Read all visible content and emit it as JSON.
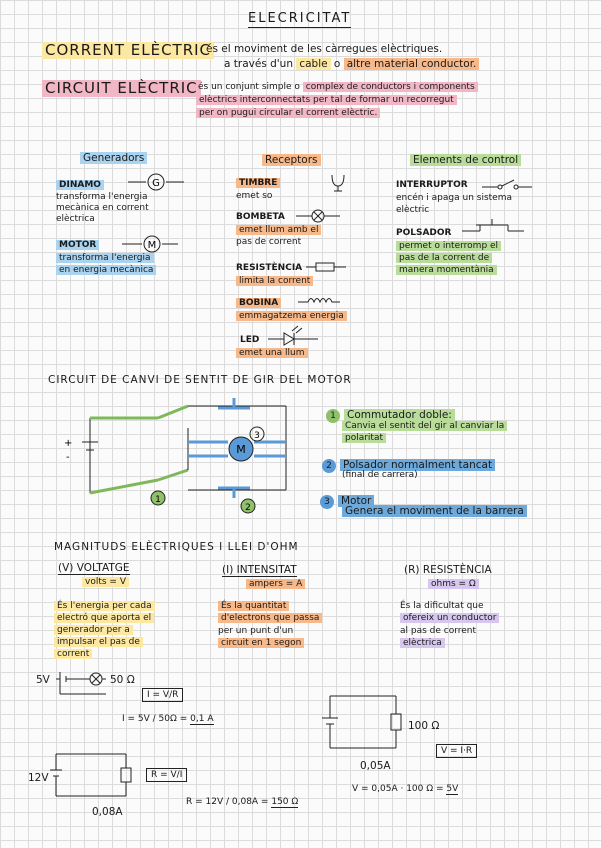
{
  "title": "ELECRICITAT",
  "corrent": {
    "term": "CORRENT ELÈCTRIC",
    "line1": "és el moviment de les càrregues elèctriques.",
    "line2a": "a través d'un",
    "line2b": "cable",
    "line2c": "o",
    "line2d": "altre material conductor."
  },
  "circuit": {
    "term": "CIRCUIT ELÈCTRIC",
    "line1a": "és un conjunt simple o",
    "line1b": "complex de conductors i components",
    "line2": "elèctrics interconnectats per tal de formar un recorregut",
    "line3": "per on pugui circular el corrent elèctric."
  },
  "columns": {
    "generadors": "Generadors",
    "receptors": "Receptors",
    "control": "Elements de control"
  },
  "generadors": {
    "dinamo": "DINAMO",
    "dinamo_d1": "transforma l'energia",
    "dinamo_d2": "mecànica en corrent",
    "dinamo_d3": "elèctrica",
    "dinamo_sym": "G",
    "motor": "MOTOR",
    "motor_d1": "transforma l'energia",
    "motor_d2": "en energia mecànica",
    "motor_sym": "M"
  },
  "receptors": {
    "timbre": "TIMBRE",
    "timbre_d": "emet so",
    "bombeta": "BOMBETA",
    "bombeta_d1": "emet llum amb el",
    "bombeta_d2": "pas de corrent",
    "resistencia": "RESISTÈNCIA",
    "resistencia_d": "limita la corrent",
    "bobina": "BOBINA",
    "bobina_d": "emmagatzema energia",
    "led": "LED",
    "led_d": "emet una llum"
  },
  "control": {
    "interruptor": "INTERRUPTOR",
    "interruptor_d1": "encén i apaga un sistema",
    "interruptor_d2": "elèctric",
    "polsador": "POLSADOR",
    "polsador_d1": "permet o interromp el",
    "polsador_d2": "pas de la corrent de",
    "polsador_d3": "manera momentània"
  },
  "motor_circuit": {
    "heading": "CIRCUIT DE CANVI DE SENTIT DE GIR DEL MOTOR",
    "plus": "+",
    "minus": "-",
    "motor": "M",
    "n1": "1",
    "n2": "2",
    "n3": "3",
    "item1_title": "Commutador doble:",
    "item1_d1": "Canvia el sentit del gir al canviar la",
    "item1_d2": "polaritat",
    "item2_title": "Polsador normalment tancat",
    "item2_d": "(final de carrera)",
    "item3_title": "Motor",
    "item3_d": "Genera el moviment de la barrera"
  },
  "magnituds": {
    "heading": "MAGNITUDS ELÈCTRIQUES I LLEI D'OHM",
    "voltatge": "(V) VOLTATGE",
    "voltatge_u": "volts = V",
    "intensitat": "(I) INTENSITAT",
    "intensitat_u": "ampers = A",
    "resistencia": "(R) RESISTÈNCIA",
    "resistencia_u": "ohms = Ω",
    "v_d1": "És l'energia per cada",
    "v_d2": "electró que aporta el",
    "v_d3": "generador per a",
    "v_d4": "impulsar el pas de",
    "v_d5": "corrent",
    "i_d1": "És la quantitat",
    "i_d2": "d'electrons que passa",
    "i_d3": "per un punt d'un",
    "i_d4": "circuit en 1 segon",
    "r_d1": "És la dificultat que",
    "r_d2": "ofereix un conductor",
    "r_d3": "al pas de corrent",
    "r_d4": "elèctrica"
  },
  "exercises": {
    "ex1_v": "5V",
    "ex1_r": "50 Ω",
    "ex1_formula": "I = V/R",
    "ex1_calc": "I = 5V / 50Ω =",
    "ex1_result": "0,1 A",
    "ex2_v": "12V",
    "ex2_formula": "R = V/I",
    "ex2_i": "0,08A",
    "ex2_calc": "R = 12V / 0,08A =",
    "ex2_result": "150 Ω",
    "ex3_r": "100 Ω",
    "ex3_i": "0,05A",
    "ex3_formula": "V = I·R",
    "ex3_calc": "V = 0,05A · 100 Ω =",
    "ex3_result": "5V"
  }
}
